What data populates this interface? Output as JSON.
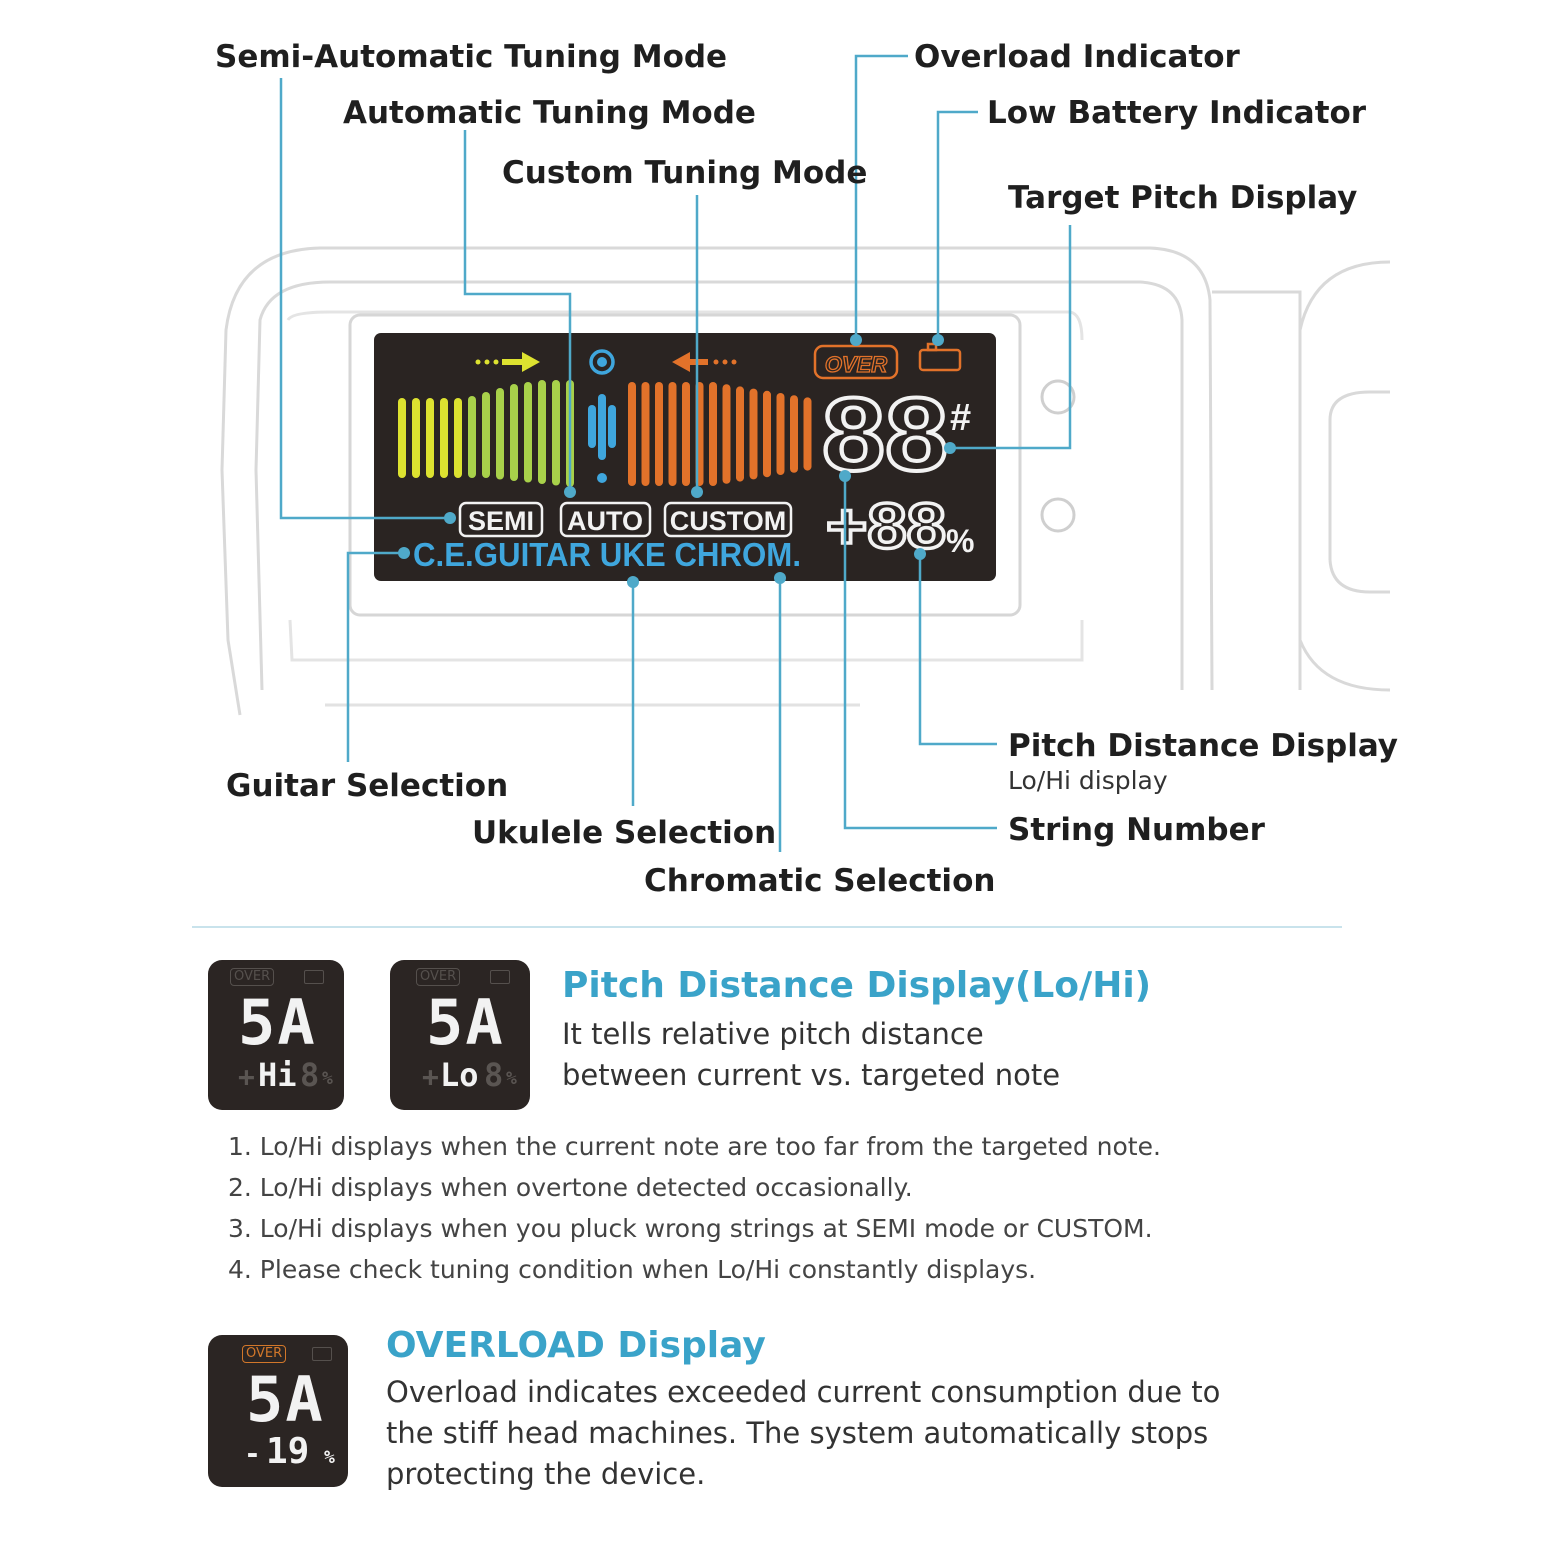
{
  "labels": {
    "semi_automatic": "Semi-Automatic Tuning Mode",
    "automatic": "Automatic Tuning Mode",
    "custom": "Custom Tuning Mode",
    "overload": "Overload Indicator",
    "low_battery": "Low Battery Indicator",
    "target_pitch": "Target Pitch Display",
    "pitch_distance": "Pitch Distance Display",
    "pitch_distance_sub": "Lo/Hi display",
    "string_number": "String Number",
    "guitar": "Guitar Selection",
    "ukulele": "Ukulele Selection",
    "chromatic": "Chromatic Selection"
  },
  "lcd": {
    "over": "OVER",
    "semi": "SEMI",
    "auto": "AUTO",
    "custom": "CUSTOM",
    "modes": "C.E.GUITAR UKE CHROM.",
    "note": "88",
    "sharp": "#",
    "distance": "+88",
    "percent": "%"
  },
  "lohi": {
    "title": "Pitch Distance Display(Lo/Hi)",
    "desc_line1": "It tells relative pitch distance",
    "desc_line2": "between current vs. targeted note",
    "mini_hi": {
      "over": "OVER",
      "note": "5A",
      "sign": "+",
      "value": "Hi",
      "ghost": "8",
      "percent": "%"
    },
    "mini_lo": {
      "over": "OVER",
      "note": "5A",
      "sign": "+",
      "value": "Lo",
      "ghost": "8",
      "percent": "%"
    },
    "notes": [
      "1. Lo/Hi displays when the current note are too far from the targeted note.",
      "2. Lo/Hi displays when overtone detected occasionally.",
      "3. Lo/Hi displays when you pluck wrong strings at SEMI mode or CUSTOM.",
      "4. Please check tuning condition when Lo/Hi constantly displays."
    ]
  },
  "overload": {
    "title": "OVERLOAD Display",
    "desc_line1": "Overload indicates exceeded current consumption due to",
    "desc_line2": "the stiff head machines. The system automatically stops",
    "desc_line3": "protecting the device.",
    "mini": {
      "over": "OVER",
      "note": "5A",
      "sign": "-",
      "value": "19",
      "percent": "%"
    }
  },
  "colors": {
    "leader": "#4fa9c9",
    "yellow": "#dde230",
    "green": "#a8d14a",
    "orange": "#e2722a",
    "blue": "#3fa6dd",
    "heading": "#3aa3c9"
  }
}
